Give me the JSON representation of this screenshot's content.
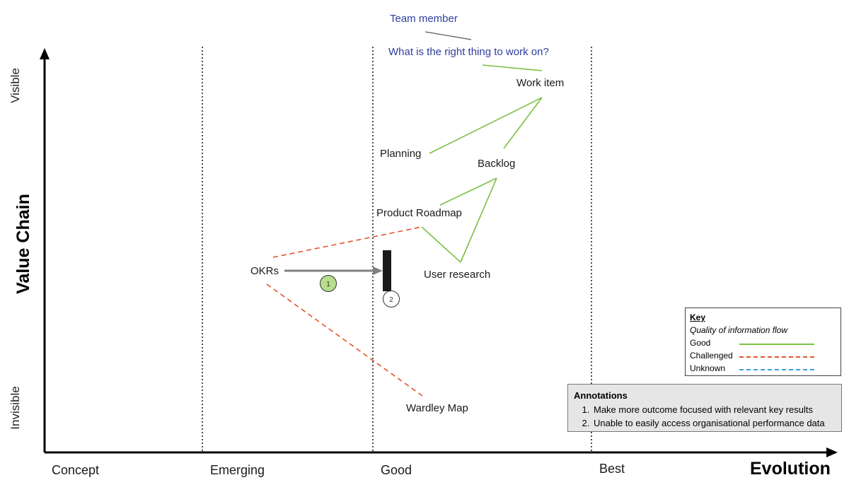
{
  "axes": {
    "y_title": "Value Chain",
    "x_title": "Evolution",
    "y_top": "Visible",
    "y_bottom": "Invisible",
    "stages": [
      "Concept",
      "Emerging",
      "Good",
      "Best"
    ]
  },
  "components": {
    "team_member": "Team member",
    "question": "What is the right thing to work on?",
    "work_item": "Work item",
    "planning": "Planning",
    "backlog": "Backlog",
    "product_roadmap": "Product Roadmap",
    "user_research": "User research",
    "okrs": "OKRs",
    "wardley_map": "Wardley Map"
  },
  "markers": {
    "one": "1",
    "two": "2"
  },
  "key": {
    "title": "Key",
    "subtitle": "Quality of information flow",
    "good": "Good",
    "challenged": "Challenged",
    "unknown": "Unknown"
  },
  "annotations": {
    "title": "Annotations",
    "items": [
      "Make more outcome focused with relevant key results",
      "Unable to easily access organisational performance data"
    ]
  },
  "colors": {
    "good": "#7cc043",
    "challenged": "#e2552b",
    "unknown": "#3a9fd6",
    "title_blue": "#2e3f9e",
    "marker_fill": "#b7de8c"
  }
}
